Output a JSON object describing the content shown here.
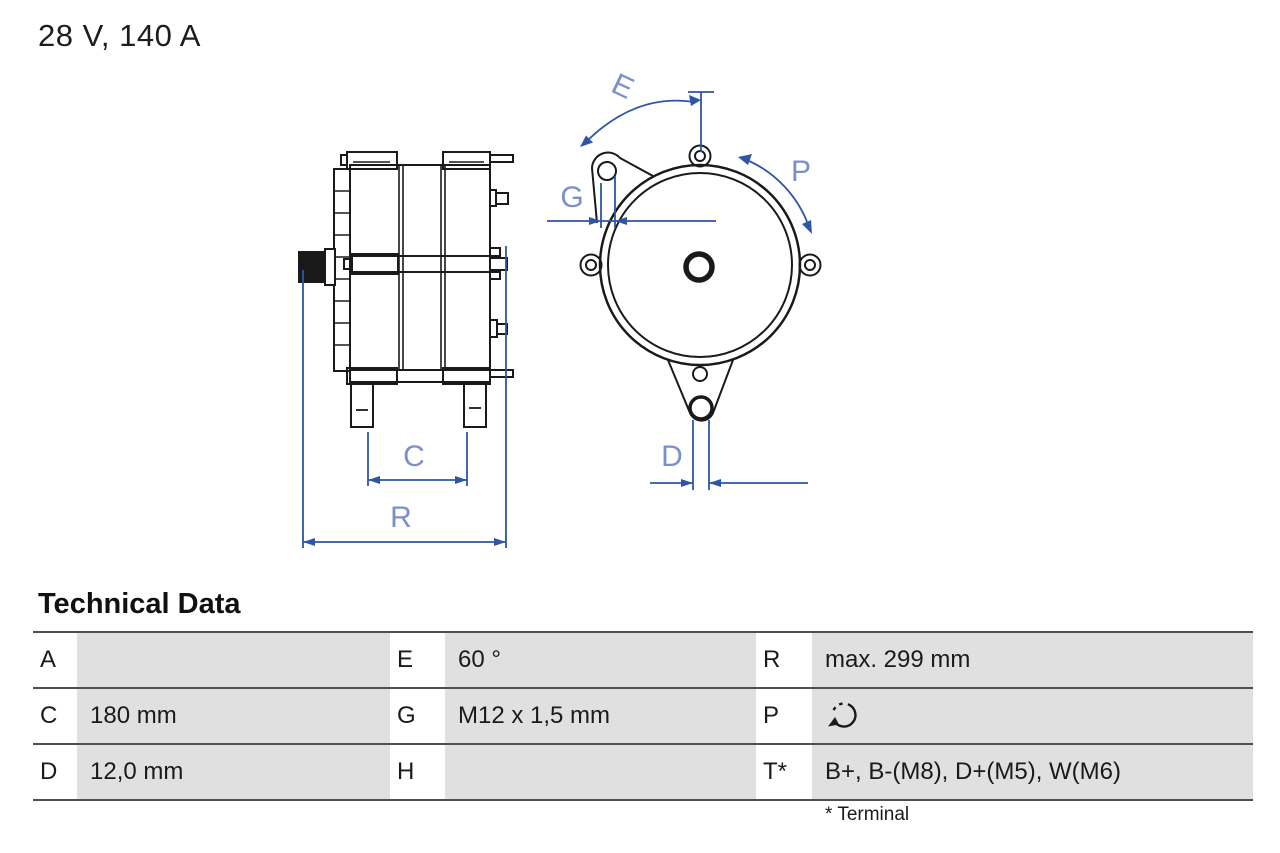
{
  "page": {
    "title": "28 V, 140 A",
    "background_color": "#ffffff"
  },
  "drawing": {
    "description": "alternator-technical-drawing-two-views",
    "dimension_labels": {
      "e": "E",
      "g": "G",
      "p": "P",
      "c": "C",
      "d": "D",
      "r": "R"
    },
    "colors": {
      "outline": "#1a1a1a",
      "dimension_line": "#2e55a6",
      "dimension_text": "#7b8fc9"
    },
    "icons": {
      "rotation_direction": "clockwise-rotation-arrow"
    }
  },
  "technical_data": {
    "heading": "Technical Data",
    "rows": [
      [
        {
          "key": "A",
          "value": ""
        },
        {
          "key": "E",
          "value": "60 °"
        },
        {
          "key": "R",
          "value": "max. 299 mm"
        }
      ],
      [
        {
          "key": "C",
          "value": "180 mm"
        },
        {
          "key": "G",
          "value": "M12 x 1,5 mm"
        },
        {
          "key": "P",
          "value": "",
          "icon": "rotation-direction-icon"
        }
      ],
      [
        {
          "key": "D",
          "value": "12,0 mm"
        },
        {
          "key": "H",
          "value": ""
        },
        {
          "key": "T*",
          "value": "B+, B-(M8), D+(M5), W(M6)"
        }
      ]
    ],
    "footnote": "* Terminal",
    "colors": {
      "value_cell_bg": "#e0e0e0",
      "row_line": "#4f4f4f"
    }
  }
}
